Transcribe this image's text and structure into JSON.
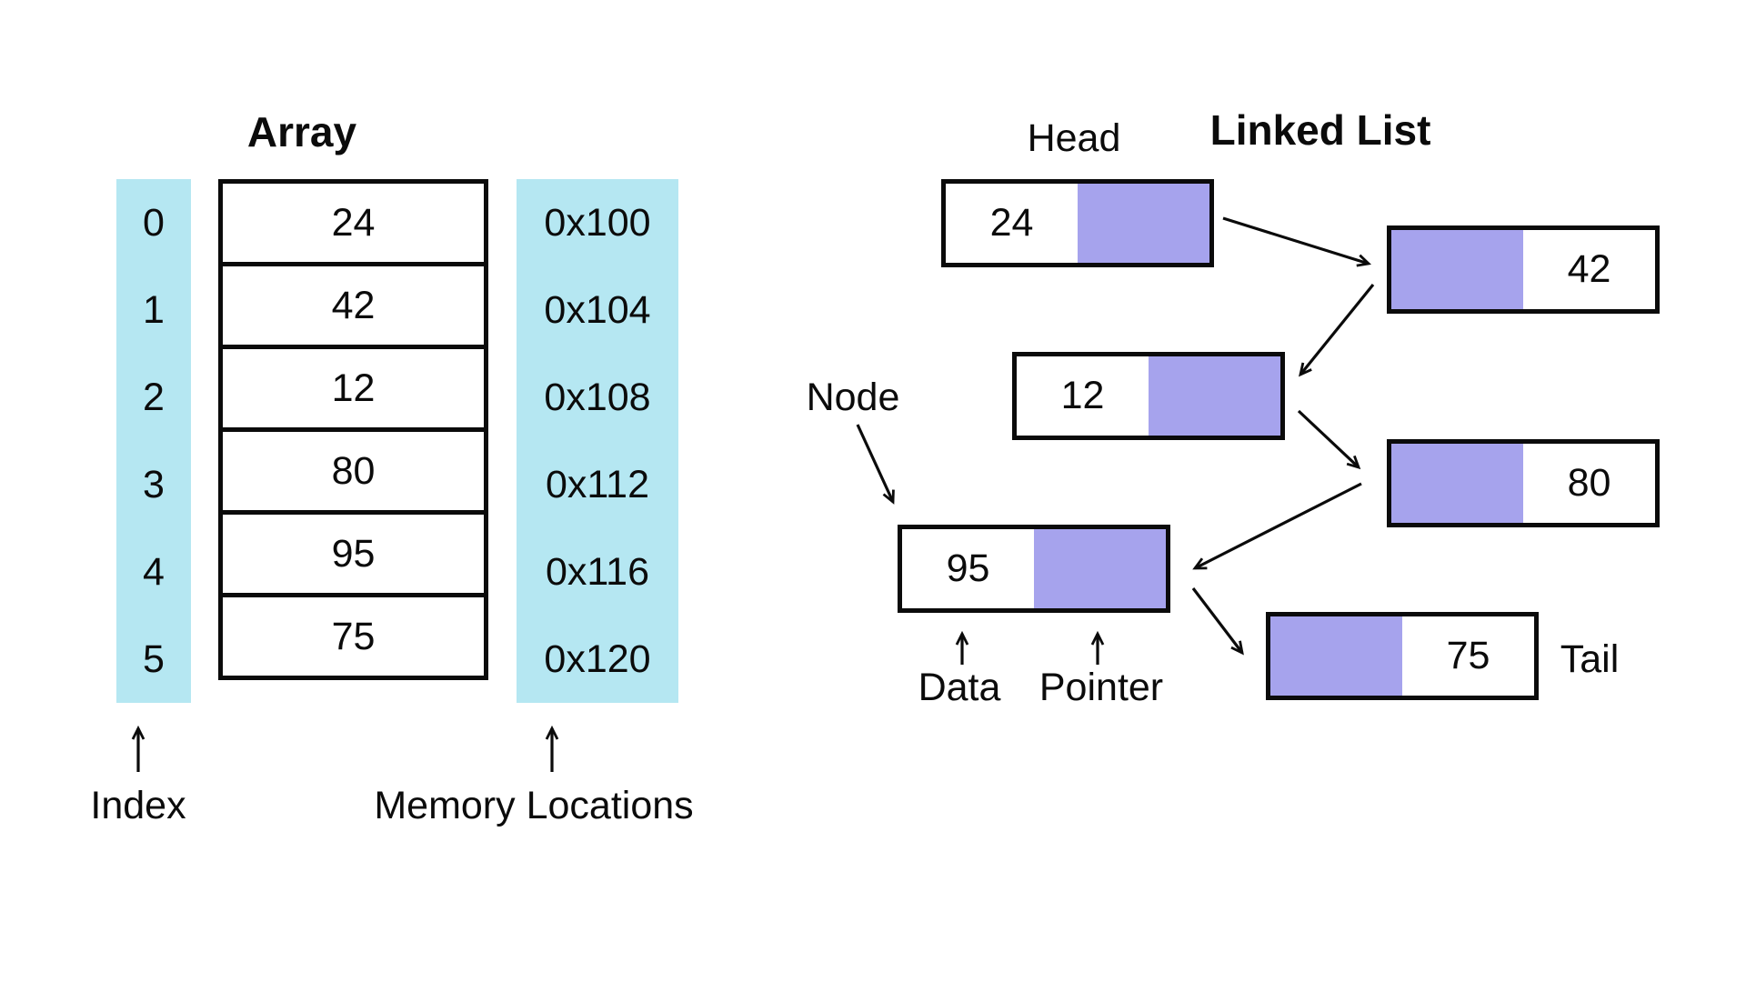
{
  "array": {
    "title": "Array",
    "index_arrow_label": "Index",
    "memory_arrow_label": "Memory Locations",
    "rows": [
      {
        "index": "0",
        "value": "24",
        "address": "0x100"
      },
      {
        "index": "1",
        "value": "42",
        "address": "0x104"
      },
      {
        "index": "2",
        "value": "12",
        "address": "0x108"
      },
      {
        "index": "3",
        "value": "80",
        "address": "0x112"
      },
      {
        "index": "4",
        "value": "95",
        "address": "0x116"
      },
      {
        "index": "5",
        "value": "75",
        "address": "0x120"
      }
    ]
  },
  "linked_list": {
    "title": "Linked List",
    "head_label": "Head",
    "tail_label": "Tail",
    "node_label": "Node",
    "data_label": "Data",
    "pointer_label": "Pointer",
    "nodes": [
      {
        "value": "24",
        "layout": "data-pointer"
      },
      {
        "value": "42",
        "layout": "pointer-data"
      },
      {
        "value": "12",
        "layout": "data-pointer"
      },
      {
        "value": "80",
        "layout": "pointer-data"
      },
      {
        "value": "95",
        "layout": "data-pointer"
      },
      {
        "value": "75",
        "layout": "pointer-data"
      }
    ]
  },
  "colors": {
    "index_memory_highlight": "#b5e7f2",
    "pointer_fill": "#a6a3ed",
    "stroke": "#0b0b0b",
    "background": "#ffffff"
  }
}
